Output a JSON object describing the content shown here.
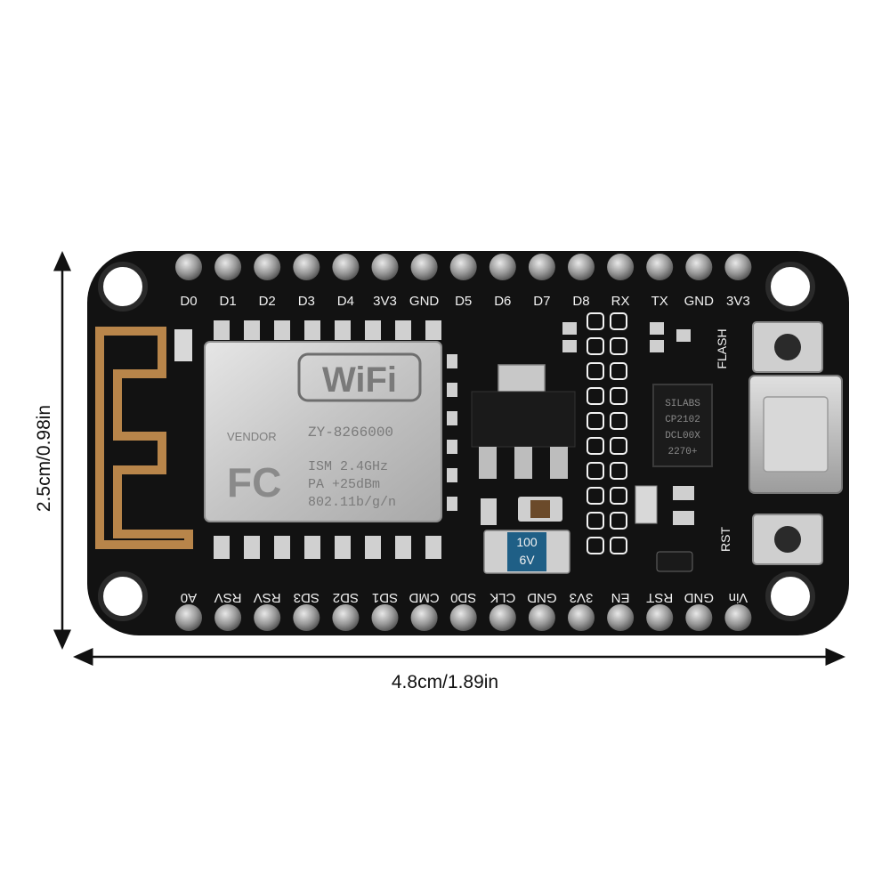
{
  "dimensions": {
    "width_text": "4.8cm/1.89in",
    "height_text": "2.5cm/0.98in"
  },
  "board": {
    "top_pins": [
      "D0",
      "D1",
      "D2",
      "D3",
      "D4",
      "3V3",
      "GND",
      "D5",
      "D6",
      "D7",
      "D8",
      "RX",
      "TX",
      "GND",
      "3V3"
    ],
    "bottom_pins": [
      "A0",
      "RSV",
      "RSV",
      "SD3",
      "SD2",
      "SD1",
      "CMD",
      "SD0",
      "CLK",
      "GND",
      "3V3",
      "EN",
      "RST",
      "GND",
      "Vin"
    ],
    "buttons": {
      "flash": "FLASH",
      "reset": "RST"
    },
    "module": {
      "logo": "WiFi",
      "vendor": "VENDOR",
      "model": "ZY-8266000",
      "fc": "FC",
      "spec_lines": [
        "ISM 2.4GHz",
        "PA  +25dBm",
        "802.11b/g/n"
      ]
    },
    "usb_chip": [
      "SILABS",
      "CP2102",
      "DCL00X",
      "2270+"
    ],
    "capacitor": [
      "100",
      "6V"
    ]
  },
  "colors": {
    "board": "#121212",
    "antenna": "#b8854a",
    "module_shield": "#c9c9c9",
    "header_pin": "#8a8a8a",
    "silkscreen": "#f2f2f2",
    "capacitor": "#1f5f86"
  }
}
